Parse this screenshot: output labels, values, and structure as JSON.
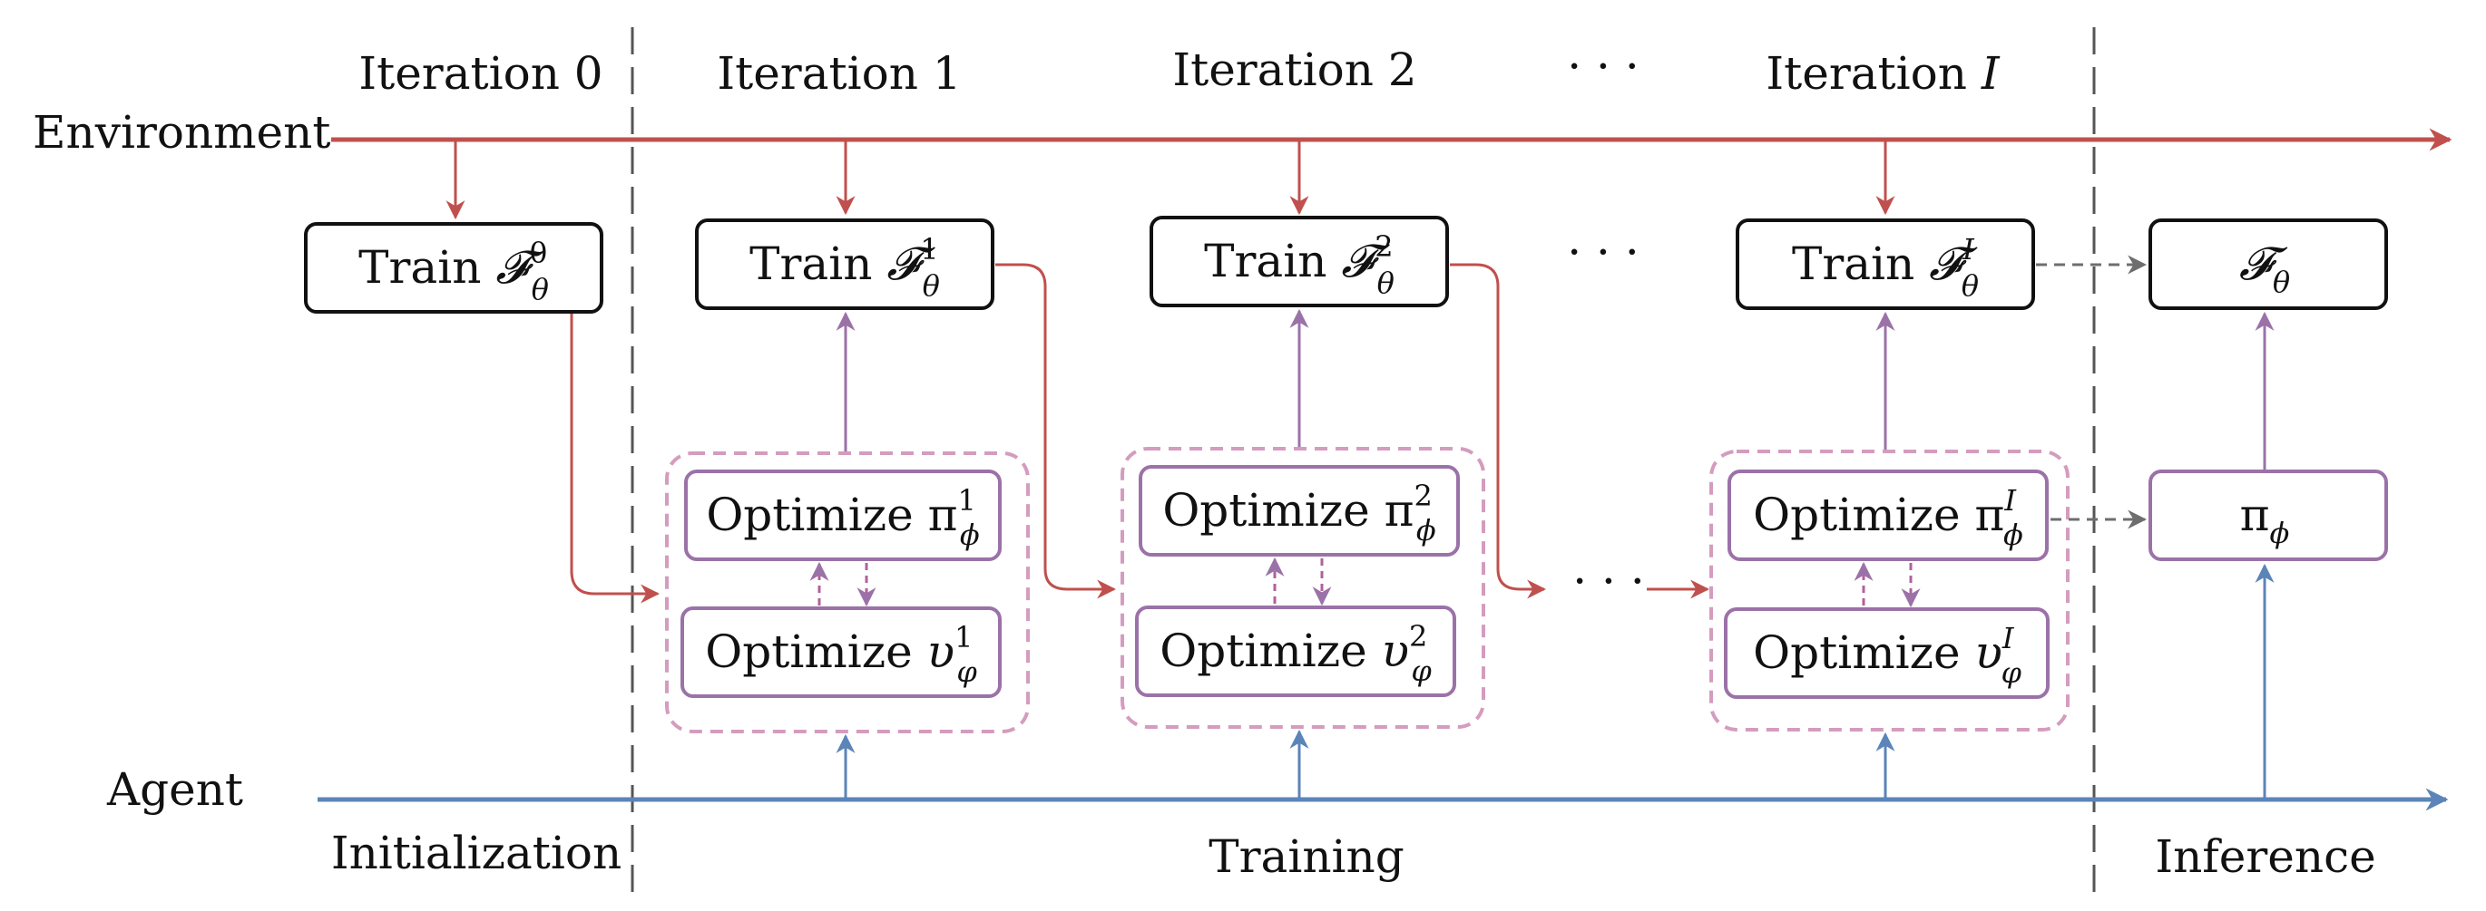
{
  "colors": {
    "environment": "#C0504D",
    "agent": "#5B84B8",
    "policy": "#9B72A8",
    "dashed_group": "#D49CBE",
    "grey_dashed": "#6E6E6E",
    "divider": "#555555",
    "box_border": "#111111"
  },
  "left_labels": {
    "environment": "Environment",
    "agent": "Agent"
  },
  "iterations": {
    "i0": "Iteration 0",
    "i1": "Iteration 1",
    "i2": "Iteration 2",
    "dots": "· · ·",
    "iI_word": "Iteration",
    "iI_var": "I"
  },
  "phases": {
    "initialization": "Initialization",
    "training": "Training",
    "inference": "Inference"
  },
  "boxes": {
    "train_word": "Train",
    "F": "𝓕",
    "theta": "θ",
    "sup0": "0",
    "sup1": "1",
    "sup2": "2",
    "supI": "I",
    "optimize_word": "Optimize",
    "pi": "π",
    "phi": "ϕ",
    "upsilon": "υ",
    "varphi": "φ"
  },
  "mid_dots": "· · ·",
  "bottom_dots": "· · ·"
}
